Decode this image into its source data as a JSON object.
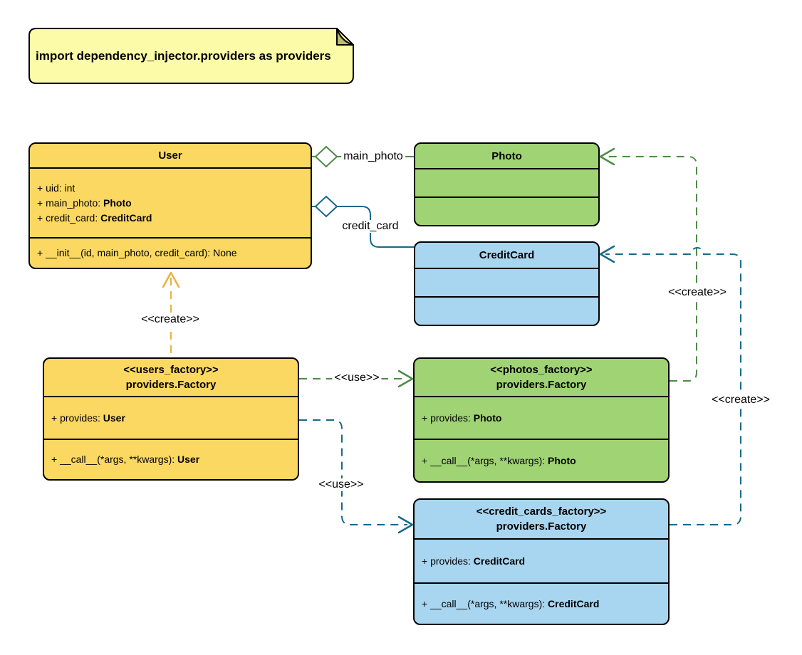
{
  "note": {
    "text": "import dependency_injector.providers as providers"
  },
  "colors": {
    "classYellow": "#FBD862",
    "classGreen": "#A0D374",
    "classBlue": "#A8D5F0",
    "noteYellow": "#FCFCA8",
    "noteFold": "#BDBD62",
    "edgeGreen": "#4F8A48",
    "edgeBlue": "#17698A",
    "edgeOrange": "#E9B140",
    "border": "#000000"
  },
  "classes": {
    "user": {
      "title": "User",
      "attributes": [
        {
          "prefix": "+ uid: int",
          "type": ""
        },
        {
          "prefix": "+ main_photo: ",
          "type": "Photo"
        },
        {
          "prefix": "+ credit_card: ",
          "type": "CreditCard"
        }
      ],
      "methods": [
        {
          "prefix": "+ __init__(id, main_photo, credit_card): None",
          "type": ""
        }
      ]
    },
    "photo": {
      "title": "Photo"
    },
    "creditCard": {
      "title": "CreditCard"
    },
    "usersFactory": {
      "stereotype": "<<users_factory>>",
      "title": "providers.Factory",
      "attributes": [
        {
          "prefix": "+ provides: ",
          "type": "User"
        }
      ],
      "methods": [
        {
          "prefix": "+ __call__(*args, **kwargs): ",
          "type": "User"
        }
      ]
    },
    "photosFactory": {
      "stereotype": "<<photos_factory>>",
      "title": "providers.Factory",
      "attributes": [
        {
          "prefix": "+ provides: ",
          "type": "Photo"
        }
      ],
      "methods": [
        {
          "prefix": "+ __call__(*args, **kwargs): ",
          "type": "Photo"
        }
      ]
    },
    "creditCardsFactory": {
      "stereotype": "<<credit_cards_factory>>",
      "title": "providers.Factory",
      "attributes": [
        {
          "prefix": "+ provides: ",
          "type": "CreditCard"
        }
      ],
      "methods": [
        {
          "prefix": "+ __call__(*args, **kwargs): ",
          "type": "CreditCard"
        }
      ]
    }
  },
  "edges": {
    "mainPhoto": {
      "label": "main_photo"
    },
    "creditCard": {
      "label": "credit_card"
    },
    "createUser": {
      "label": "<<create>>"
    },
    "usePhotosFactory": {
      "label": "<<use>>"
    },
    "useCreditCardsFactory": {
      "label": "<<use>>"
    },
    "createPhoto": {
      "label": "<<create>>"
    },
    "createCreditCard": {
      "label": "<<create>>"
    }
  }
}
